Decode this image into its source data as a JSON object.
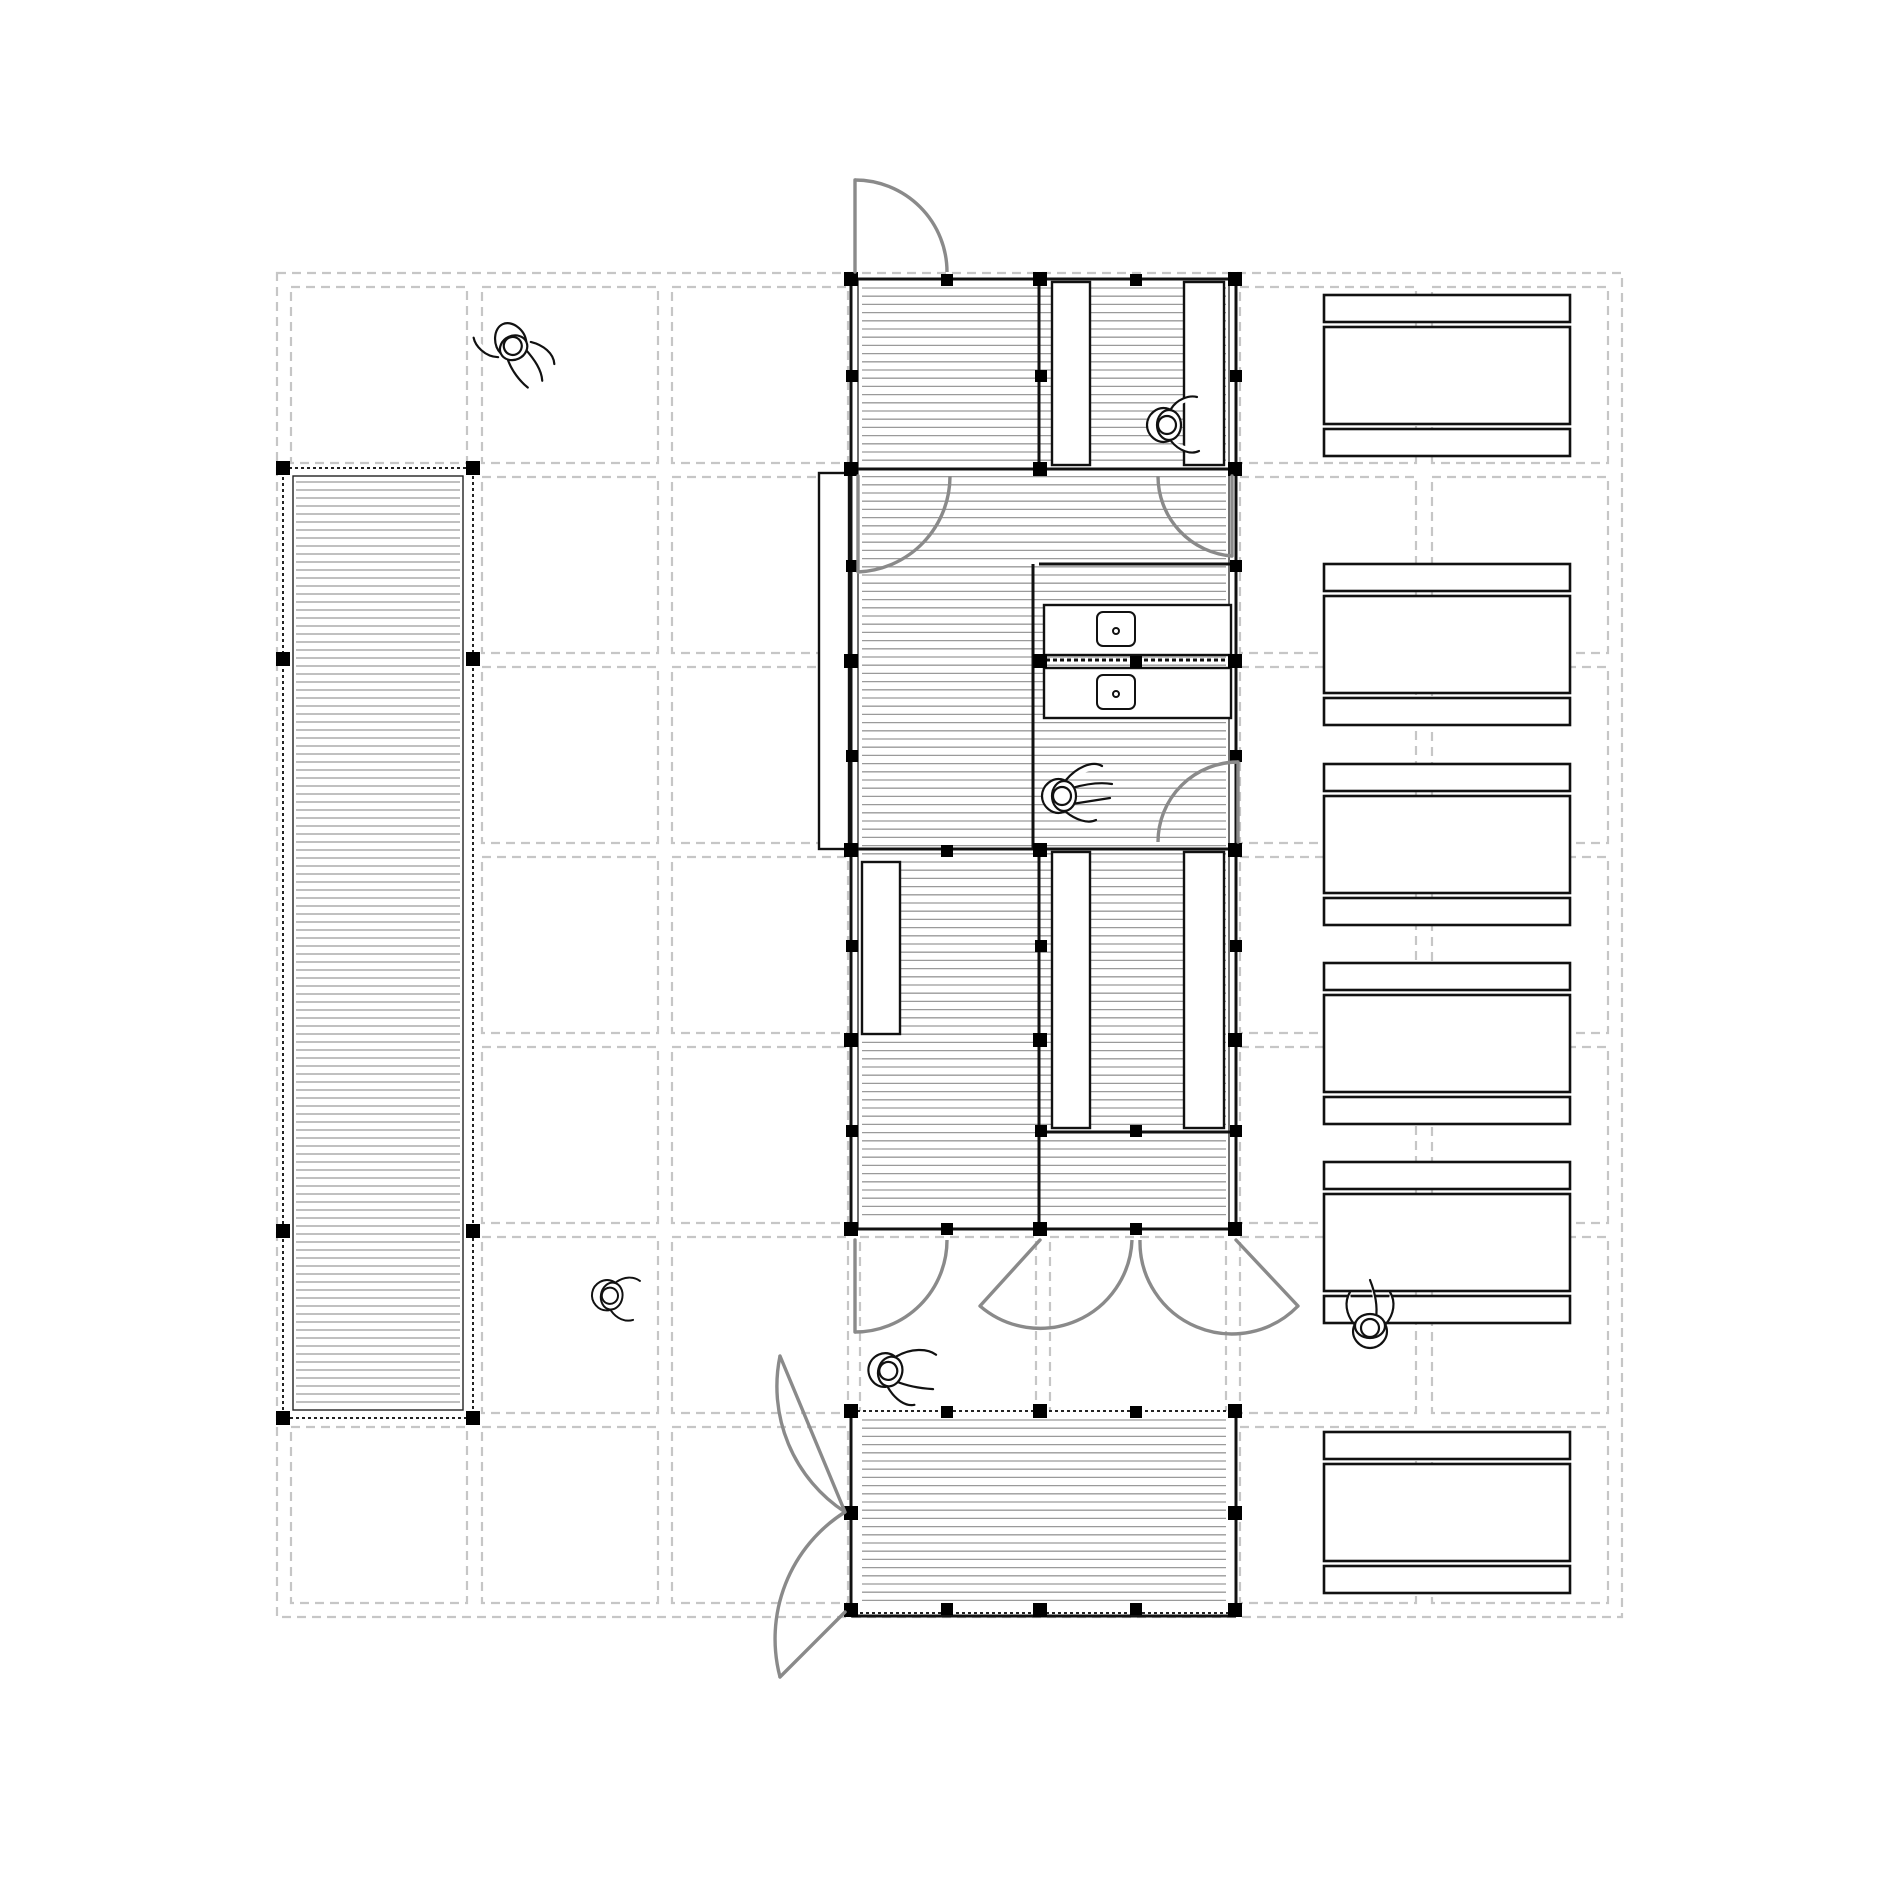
{
  "drawing": {
    "type": "architectural floor plan",
    "line_colors": {
      "grid": "#c6c6c6",
      "walls": "#111111",
      "posts": "#000000",
      "doors": "#8a8a8a",
      "decking": "#9a9a9a"
    },
    "elements": {
      "doors": 10,
      "sinks": 2,
      "people": 6,
      "tables": 6,
      "benches": 12,
      "deck_areas": 3
    }
  }
}
